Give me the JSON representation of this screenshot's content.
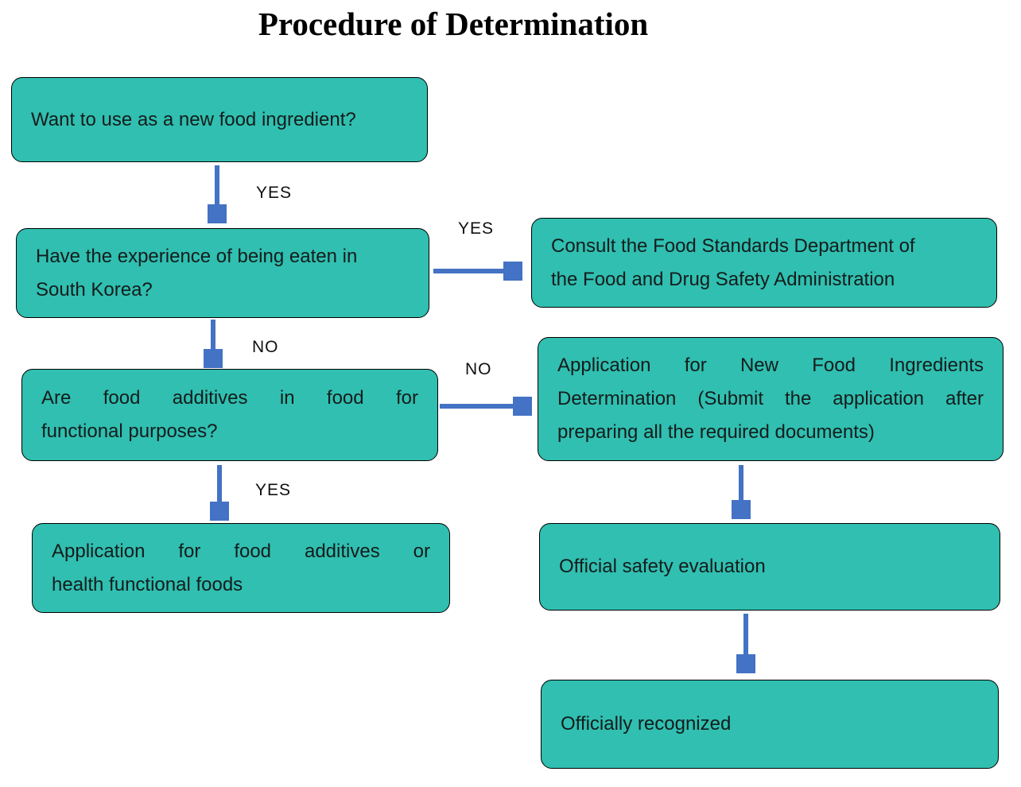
{
  "title": "Procedure of Determination",
  "colors": {
    "box_fill": "#30BFB0",
    "box_border": "#000000",
    "arrow": "#4472C4"
  },
  "boxes": [
    {
      "id": "want-new-ingredient",
      "lines": [
        "Want to use as a new food ingredient?"
      ]
    },
    {
      "id": "experience-eaten-korea",
      "lines": [
        "Have the experience of being eaten in",
        "South Korea?"
      ]
    },
    {
      "id": "consult-food-standards",
      "lines": [
        "Consult the Food Standards Department of",
        "the Food and Drug Safety Administration"
      ]
    },
    {
      "id": "food-additives-functional",
      "lines": [
        "Are food additives in food for",
        "functional purposes?"
      ]
    },
    {
      "id": "application-new-food-ingredients",
      "lines": [
        "Application for New Food Ingredients",
        "Determination (Submit the application after",
        "preparing all the required documents)"
      ]
    },
    {
      "id": "application-food-additives",
      "lines": [
        "Application for food additives or",
        "health functional foods"
      ]
    },
    {
      "id": "official-safety-evaluation",
      "lines": [
        "Official safety evaluation"
      ]
    },
    {
      "id": "officially-recognized",
      "lines": [
        "Officially recognized"
      ]
    }
  ],
  "arrow_labels": {
    "new_ingredient_yes": "YES",
    "experience_yes": "YES",
    "experience_no": "NO",
    "additives_no": "NO",
    "additives_yes": "YES"
  }
}
